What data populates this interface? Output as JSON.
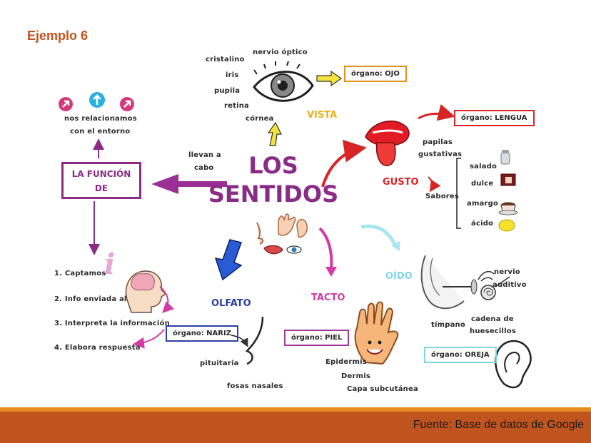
{
  "slide": {
    "title": "Ejemplo 6"
  },
  "center": {
    "line1": "LOS",
    "line2": "SENTIDOS"
  },
  "funcion": {
    "box_line1": "LA FUNCIÓN",
    "box_line2": "DE",
    "relation_line1": "nos relacionamos",
    "relation_line2": "con el entorno",
    "llevan_line1": "llevan a",
    "llevan_line2": "cabo",
    "steps": [
      "1. Captamos",
      "2. Info enviada al",
      "3. Interpreta la información",
      "4. Elabora respuesta"
    ]
  },
  "vista": {
    "name": "VISTA",
    "organ": "órgano: OJO",
    "parts": {
      "cristalino": "cristalino",
      "nervio": "nervio óptico",
      "iris": "iris",
      "pupila": "pupila",
      "retina": "retina",
      "cornea": "córnea"
    }
  },
  "gusto": {
    "name": "GUSTO",
    "organ": "órgano: LENGUA",
    "papilas_line1": "papilas",
    "papilas_line2": "gustativas",
    "sabores": "Sabores",
    "flavors": [
      "salado",
      "dulce",
      "amargo",
      "ácido"
    ]
  },
  "oido": {
    "name": "OÍDO",
    "organ": "órgano: OREJA",
    "nervio_line1": "nervio",
    "nervio_line2": "auditivo",
    "cadena_line1": "cadena de",
    "cadena_line2": "huesecillos",
    "timpano": "tímpano"
  },
  "olfato": {
    "name": "OLFATO",
    "organ": "órgano: NARIZ",
    "pituitaria": "pituitaria",
    "fosas": "fosas nasales"
  },
  "tacto": {
    "name": "TACTO",
    "organ": "órgano: PIEL",
    "layers": [
      "Epidermis",
      "Dermis",
      "Capa subcutánea"
    ]
  },
  "footer": {
    "source": "Fuente: Base de datos de Google"
  },
  "colors": {
    "title": "#c0541f",
    "purple": "#8a2c86",
    "vista": "#e8b21c",
    "gusto": "#d82424",
    "oido": "#7fd6e3",
    "olfato": "#2a3fa0",
    "tacto": "#d23aa6",
    "footer": "#c0541f",
    "footer_strip": "#e58a1e"
  }
}
